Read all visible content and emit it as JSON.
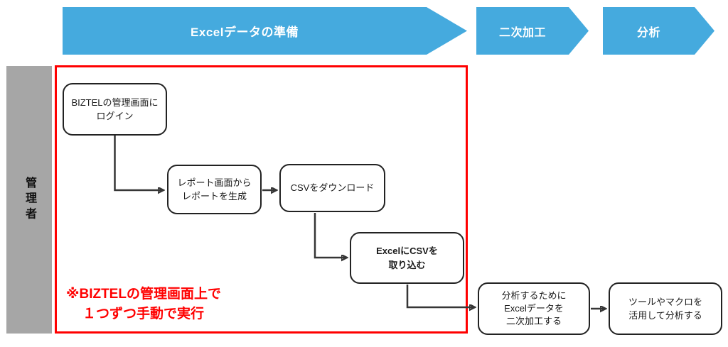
{
  "banners": [
    {
      "label": "Excelデータの準備"
    },
    {
      "label": "二次加工"
    },
    {
      "label": "分析"
    }
  ],
  "lane": {
    "label": "管理者"
  },
  "flow": {
    "nodes": [
      {
        "id": "login",
        "lines": [
          "BIZTELの管理画面に",
          "ログイン"
        ]
      },
      {
        "id": "report",
        "lines": [
          "レポート画面から",
          "レポートを生成"
        ]
      },
      {
        "id": "csv",
        "lines": [
          "CSVをダウンロード"
        ]
      },
      {
        "id": "import",
        "lines": [
          "ExcelにCSVを",
          "取り込む"
        ],
        "emphasis": "bold"
      },
      {
        "id": "secondary",
        "lines": [
          "分析するために",
          "Excelデータを",
          "二次加工する"
        ]
      },
      {
        "id": "analyze",
        "lines": [
          "ツールやマクロを",
          "活用して分析する"
        ]
      }
    ]
  },
  "note": {
    "lines": [
      "※BIZTELの管理画面上で",
      "１つずつ手動で実行"
    ]
  },
  "colors": {
    "banner_blue": "#45AADE",
    "lane_gray": "#A6A6A6",
    "note_red": "#FF0000",
    "connector": "#363636",
    "node_border": "#222222"
  }
}
